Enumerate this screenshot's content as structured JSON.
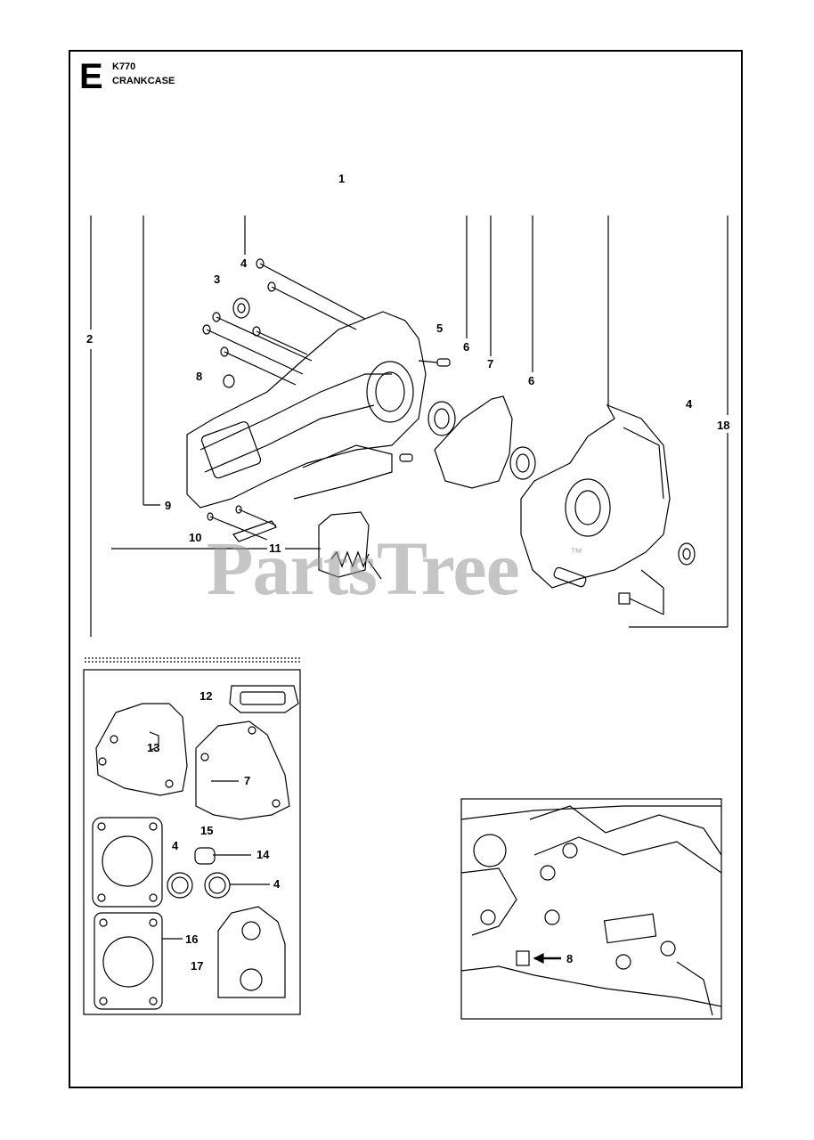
{
  "header": {
    "section_letter": "E",
    "model": "K770",
    "title": "CRANKCASE"
  },
  "callouts": {
    "c1": "1",
    "c2": "2",
    "c3": "3",
    "c4a": "4",
    "c4b": "4",
    "c4c": "4",
    "c4d": "4",
    "c5": "5",
    "c6a": "6",
    "c6b": "6",
    "c7a": "7",
    "c7b": "7",
    "c8a": "8",
    "c8b": "8",
    "c9": "9",
    "c10": "10",
    "c11": "11",
    "c12": "12",
    "c13": "13",
    "c14": "14",
    "c15": "15",
    "c16": "16",
    "c17": "17",
    "c18": "18"
  },
  "watermark": {
    "text": "PartsTree",
    "tm": "™"
  }
}
